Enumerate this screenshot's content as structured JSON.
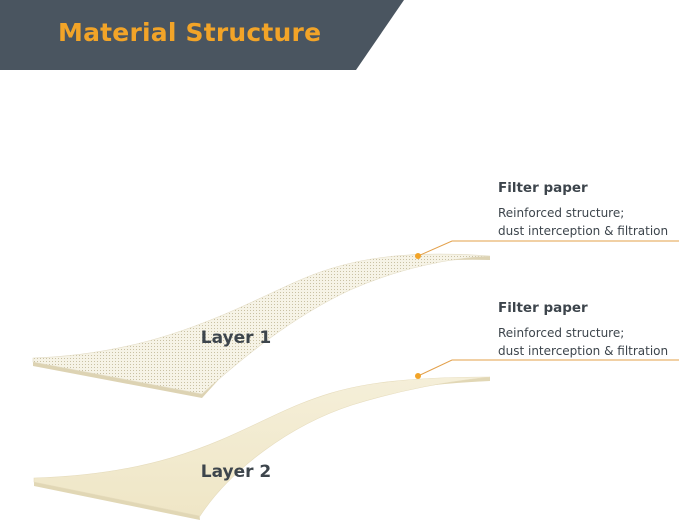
{
  "title": "Material Structure",
  "colors": {
    "banner": "#4a5560",
    "accent": "#f2a428",
    "text": "#3d454c",
    "leader": "#e3a04a",
    "layer1": "#f6f2e2",
    "layer2": "#f3ecd2"
  },
  "layers": [
    {
      "label": "Layer 1",
      "callout_title": "Filter paper",
      "callout_lines": [
        "Reinforced structure;",
        "dust interception & filtration"
      ]
    },
    {
      "label": "Layer 2",
      "callout_title": "Filter paper",
      "callout_lines": [
        "Reinforced structure;",
        "dust interception & filtration"
      ]
    }
  ]
}
